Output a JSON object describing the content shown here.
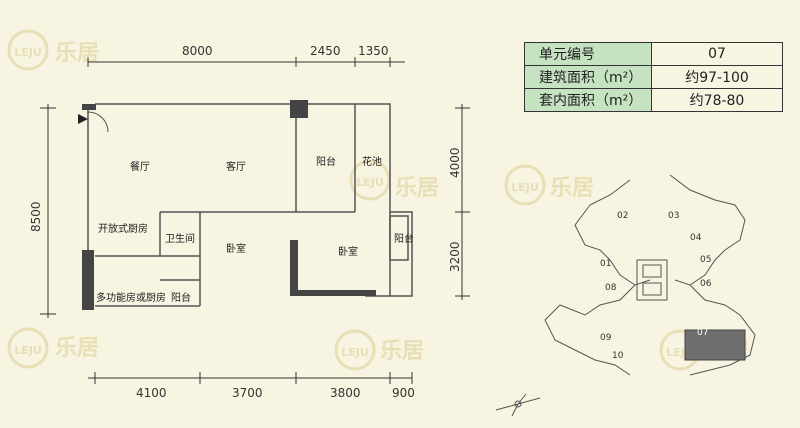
{
  "watermark": {
    "brand": "乐居",
    "logo": "LEJU"
  },
  "dimensions": {
    "top": [
      "8000",
      "2450",
      "1350"
    ],
    "bottom": [
      "4100",
      "3700",
      "3800",
      "900"
    ],
    "left": [
      "8500"
    ],
    "right": [
      "4000",
      "3200"
    ]
  },
  "rooms": {
    "dining": "餐厅",
    "living": "客厅",
    "balcony_top": "阳台",
    "flower_bed": "花池",
    "open_kitchen": "开放式厨房",
    "bathroom": "卫生间",
    "bedroom_1": "卧室",
    "bedroom_2": "卧室",
    "balcony_right": "阳台",
    "multipurpose": "多功能房或厨房",
    "balcony_bottom": "阳台"
  },
  "info_table": [
    {
      "key": "单元编号",
      "value": "07"
    },
    {
      "key": "建筑面积（m²）",
      "value": "约97-100"
    },
    {
      "key": "套内面积（m²）",
      "value": "约78-80"
    }
  ],
  "keyplan": {
    "units": [
      "02",
      "03",
      "04",
      "05",
      "06",
      "07",
      "01",
      "08",
      "09",
      "10"
    ],
    "highlight": "07"
  },
  "colors": {
    "background": "#f7f4e1",
    "table_header": "#c6e3c1",
    "wall": "#444444",
    "highlight": "#6e6e6e"
  }
}
